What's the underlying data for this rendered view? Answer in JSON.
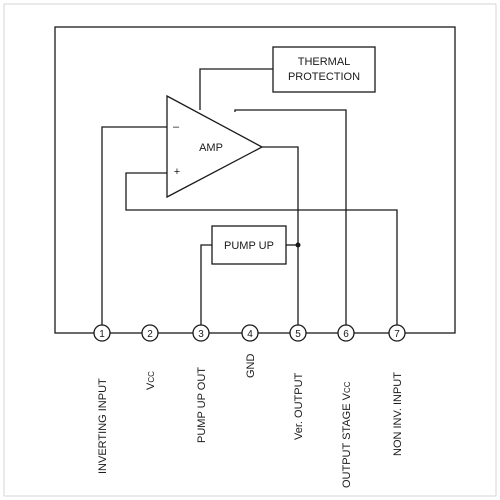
{
  "blocks": {
    "thermal": {
      "line1": "THERMAL",
      "line2": "PROTECTION"
    },
    "amp": {
      "label": "AMP",
      "minus": "–",
      "plus": "+"
    },
    "pump_up": {
      "label": "PUMP UP"
    }
  },
  "pins": [
    {
      "number": "1",
      "name": "INVERTING INPUT"
    },
    {
      "number": "2",
      "name": "V",
      "sub": "CC"
    },
    {
      "number": "3",
      "name": "PUMP UP OUT"
    },
    {
      "number": "4",
      "name": "GND"
    },
    {
      "number": "5",
      "name": "Ver. OUTPUT"
    },
    {
      "number": "6",
      "name": "OUTPUT STAGE V",
      "sub": "CC"
    },
    {
      "number": "7",
      "name": "NON INV. INPUT"
    }
  ]
}
